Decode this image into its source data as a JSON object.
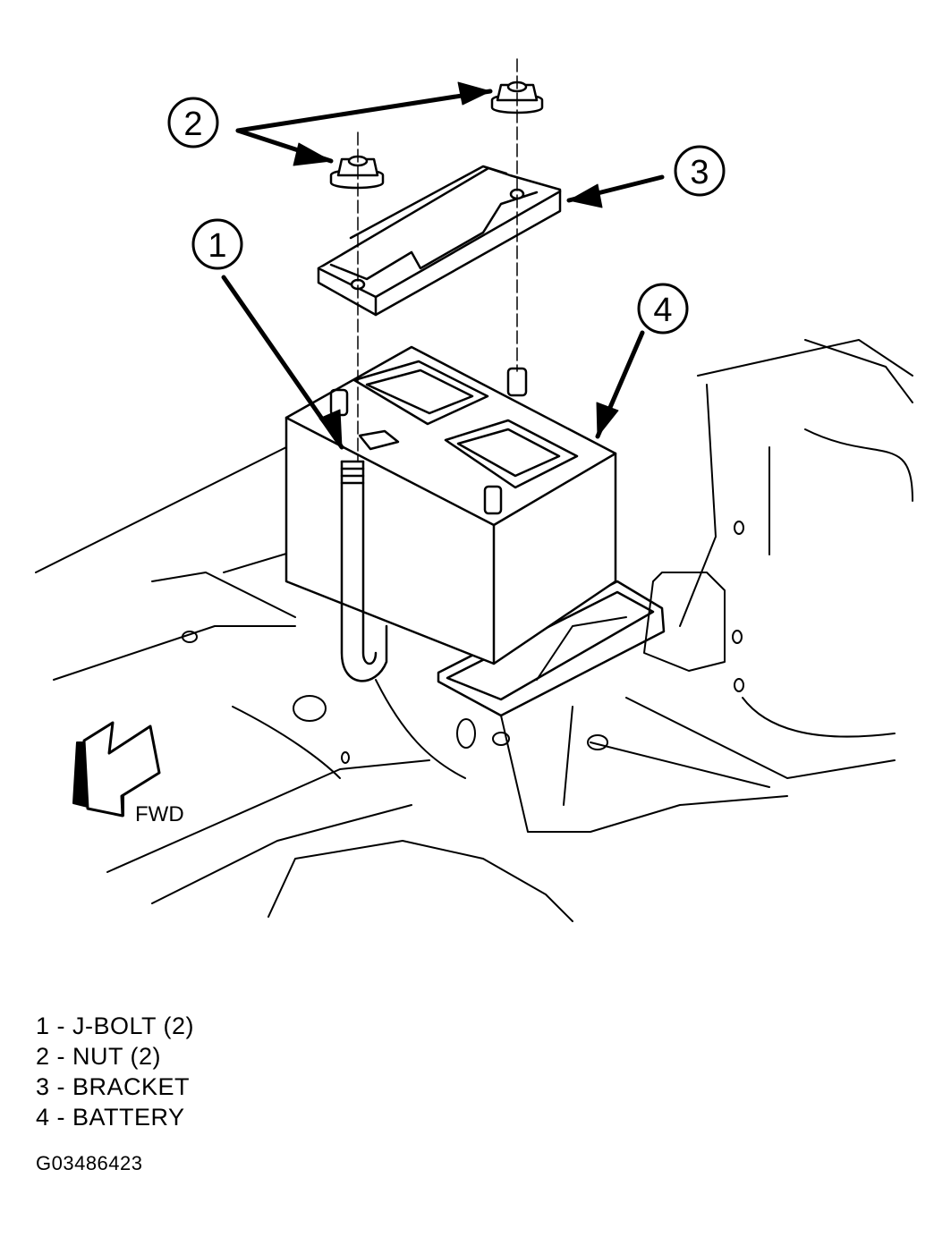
{
  "diagram": {
    "callouts": [
      {
        "number": "1",
        "label": "J-BOLT (2)"
      },
      {
        "number": "2",
        "label": "NUT (2)"
      },
      {
        "number": "3",
        "label": "BRACKET"
      },
      {
        "number": "4",
        "label": "BATTERY"
      }
    ],
    "direction_label": "FWD"
  },
  "legend": {
    "items": [
      "1 - J-BOLT (2)",
      "2 - NUT (2)",
      "3 - BRACKET",
      "4 - BATTERY"
    ]
  },
  "figure_id": "G03486423"
}
